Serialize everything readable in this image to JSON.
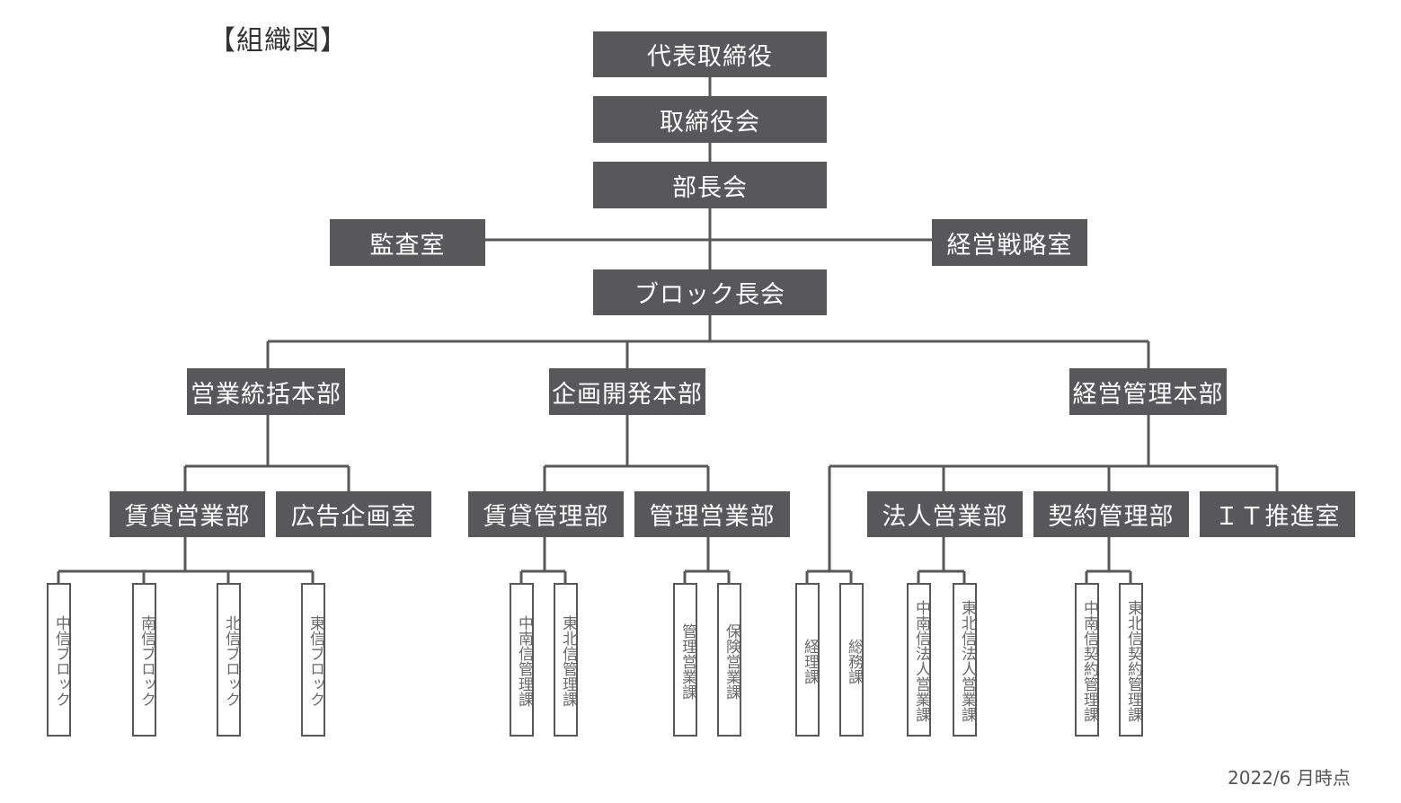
{
  "title": "【組織図】",
  "footnote": "2022/6 月時点",
  "nodes": {
    "ceo": "代表取締役",
    "board": "取締役会",
    "managers_meeting": "部長会",
    "audit_office": "監査室",
    "strategy_office": "経営戦略室",
    "block_managers_meeting": "ブロック長会",
    "sales_hq": "営業統括本部",
    "planning_hq": "企画開発本部",
    "admin_hq": "経営管理本部",
    "rental_sales_dept": "賃貸営業部",
    "ad_planning_office": "広告企画室",
    "rental_mgmt_dept": "賃貸管理部",
    "mgmt_sales_dept": "管理営業部",
    "corporate_sales_dept": "法人営業部",
    "contract_mgmt_dept": "契約管理部",
    "it_office": "ＩＴ推進室",
    "naka_block": "中信ブロック",
    "nan_block": "南信ブロック",
    "hoku_block": "北信ブロック",
    "to_block": "東信ブロック",
    "chunan_mgmt": "中南信管理課",
    "tohoku_mgmt": "東北信管理課",
    "mgmt_sales_sec": "管理営業課",
    "insurance_sales_sec": "保険営業課",
    "accounting_sec": "経理課",
    "general_affairs_sec": "総務課",
    "chunan_corp_sales": "中南信法人営業課",
    "tohoku_corp_sales": "東北信法人営業課",
    "chunan_contract_mgmt": "中南信契約管理課",
    "tohoku_contract_mgmt": "東北信契約管理課"
  },
  "colors": {
    "box_fill": "#58585a",
    "box_text": "#ffffff",
    "line": "#58585a",
    "sub_text": "#6a6a6a"
  }
}
